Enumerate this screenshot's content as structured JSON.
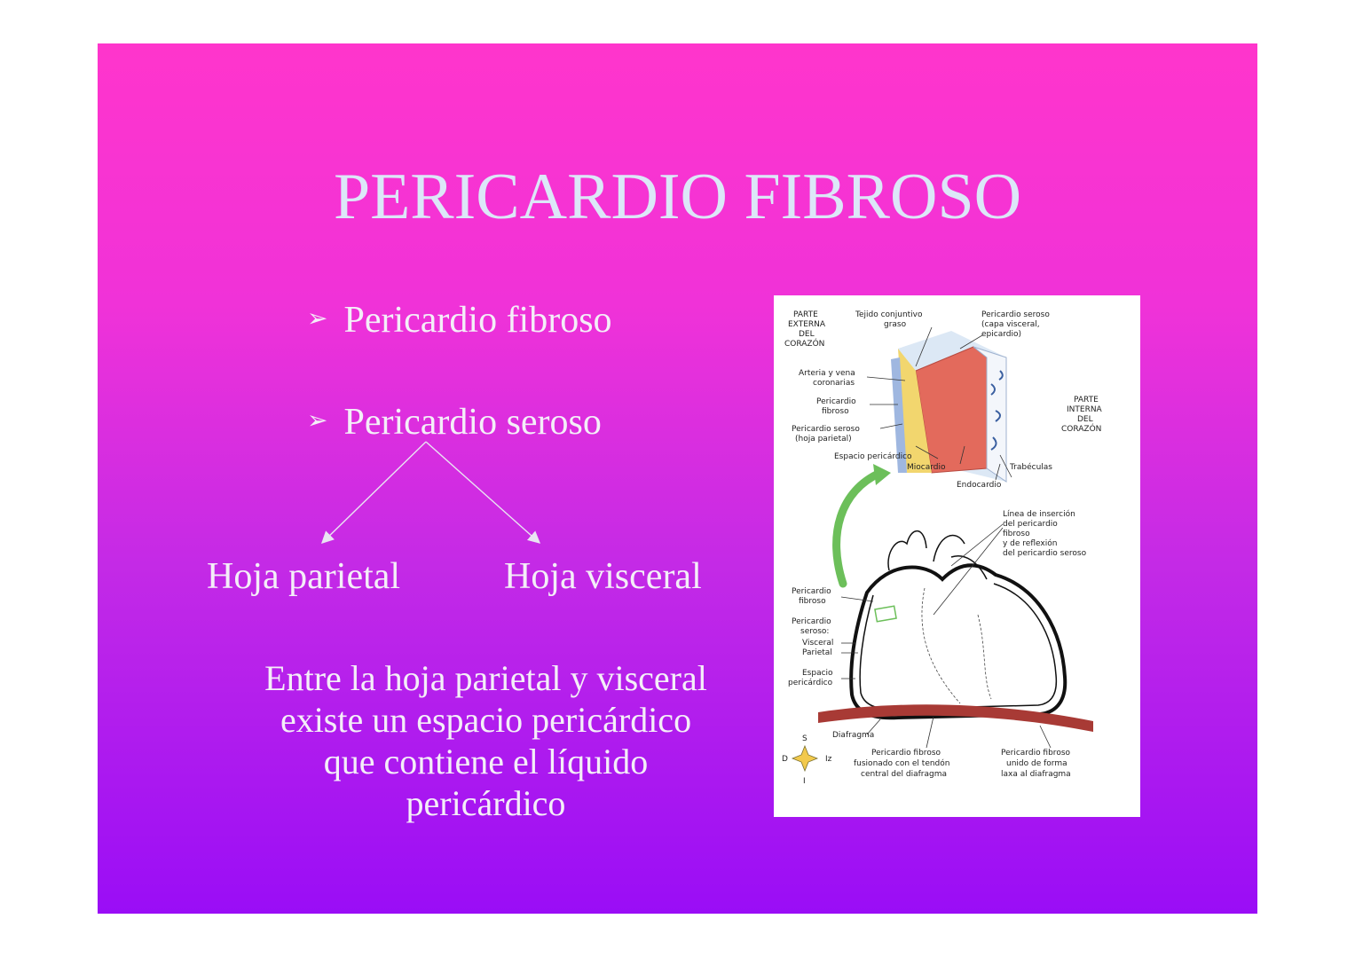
{
  "slide": {
    "title": "PERICARDIO FIBROSO",
    "bullets": [
      "Pericardio fibroso",
      "Pericardio seroso"
    ],
    "branches": {
      "left": "Hoja parietal",
      "right": "Hoja visceral"
    },
    "note_lines": [
      "Entre la hoja parietal y visceral",
      "existe un espacio pericárdico",
      "que contiene el líquido",
      "pericárdico"
    ]
  },
  "diagram": {
    "labels": {
      "parte_externa": [
        "PARTE",
        "EXTERNA",
        "DEL",
        "CORAZÓN"
      ],
      "tejido": [
        "Tejido conjuntivo",
        "graso"
      ],
      "pericardio_seroso_top": [
        "Pericardio seroso",
        "(capa visceral,",
        "epicardio)"
      ],
      "arteria": [
        "Arteria y vena",
        "coronarias"
      ],
      "pericardio_fibroso_top": [
        "Pericardio",
        "fibroso"
      ],
      "pericardio_seroso_parietal": [
        "Pericardio seroso",
        "(hoja parietal)"
      ],
      "parte_interna": [
        "PARTE",
        "INTERNA",
        "DEL",
        "CORAZÓN"
      ],
      "espacio_pericardico": "Espacio pericárdico",
      "miocardio": "Miocardio",
      "trabeculas": "Trabéculas",
      "endocardio": "Endocardio",
      "linea_insercion": [
        "Línea de inserción",
        "del pericardio",
        "fibroso",
        "y de reflexión",
        "del pericardio seroso"
      ],
      "side_fibroso": [
        "Pericardio",
        "fibroso"
      ],
      "side_seroso": [
        "Pericardio",
        "seroso:",
        "Visceral",
        "Parietal"
      ],
      "side_espacio": [
        "Espacio",
        "pericárdico"
      ],
      "diafragma": "Diafragma",
      "fibroso_fusionado": [
        "Pericardio fibroso",
        "fusionado con el tendón",
        "central del diafragma"
      ],
      "fibroso_unido": [
        "Pericardio fibroso",
        "unido de forma",
        "laxa al diafragma"
      ],
      "compass": {
        "s": "S",
        "d": "D",
        "iz": "Iz",
        "i": "I"
      }
    }
  },
  "colors": {
    "slide_top": "#ff35cc",
    "slide_bottom": "#9a0df6",
    "title": "#dce7f8",
    "text": "#f4eef8",
    "muscle": "#e36a5c",
    "diaphragm": "#a83a35",
    "arrow_green": "#6cbf5a"
  }
}
